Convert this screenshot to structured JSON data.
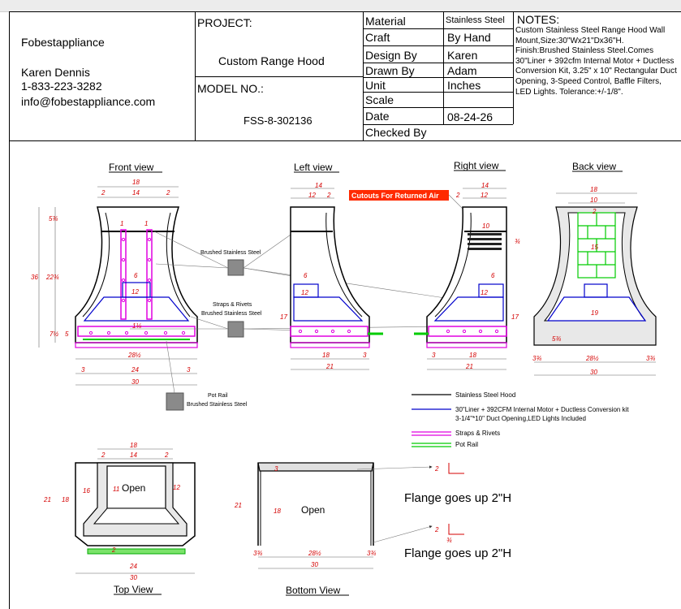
{
  "company": {
    "name": "Fobestappliance",
    "contact_name": "Karen Dennis",
    "phone": "1-833-223-3282",
    "email": "info@fobestappliance.com"
  },
  "project": {
    "label": "PROJECT:",
    "value": "Custom Range Hood",
    "model_label": "MODEL NO.:",
    "model_value": "FSS-8-302136"
  },
  "specs": [
    {
      "label": "Material",
      "value": "Stainless Steel"
    },
    {
      "label": "Craft",
      "value": "By Hand"
    },
    {
      "label": "Design By",
      "value": "Karen"
    },
    {
      "label": "Drawn By",
      "value": "Adam"
    },
    {
      "label": "Unit",
      "value": "Inches"
    },
    {
      "label": "Scale",
      "value": ""
    },
    {
      "label": "Date",
      "value": "08-24-26"
    },
    {
      "label": "Checked By",
      "value": ""
    }
  ],
  "notes": {
    "title": "NOTES:",
    "text": "Custom Stainless Steel  Range Hood Wall Mount,Size:30\"Wx21\"Dx36\"H. Finish:Brushed Stainless Steel.Comes 30\"Liner + 392cfm Internal Motor + Ductless Conversion Kit, 3.25\" x 10\" Rectangular Duct Opening, 3-Speed Control, Baffle Filters, LED Lights. Tolerance:+/-1/8\"."
  },
  "views": {
    "front": "Front view",
    "left": "Left view",
    "right": "Right view",
    "back": "Back view",
    "top": "Top View",
    "bottom": "Bottom View"
  },
  "callouts": {
    "cutouts": "Cutouts For Returned Air",
    "brushed": "Brushed Stainless Steel",
    "straps": "Straps & Rivets",
    "straps_brushed": "Brushed Stainless Steel",
    "pot_rail": "Pot Rail",
    "pot_rail_brushed": "Brushed Stainless Steel",
    "open_top": "Open",
    "open_bottom": "Open",
    "flange_1": "Flange goes up 2\"H",
    "flange_2": "Flange goes up 2\"H"
  },
  "legend": [
    {
      "label": "Stainless Steel  Hood",
      "color": "#000000"
    },
    {
      "label": "30\"Liner + 392CFM Internal Motor + Ductless Conversion kit",
      "label2": "3-1/4\"*10\" Duct Opening,LED Lights Included",
      "color": "#0000cc"
    },
    {
      "label": "Straps & Rivets",
      "color": "#e000e0"
    },
    {
      "label": "Pot Rail",
      "color": "#00cc00"
    }
  ],
  "dims": {
    "d18": "18",
    "d14": "14",
    "d12": "12",
    "d2": "2",
    "d1": "1",
    "d3": "3",
    "d5": "5",
    "d6": "6",
    "d10": "10",
    "d15": "15",
    "d16": "16",
    "d17": "17",
    "d19": "19",
    "d21": "21",
    "d24": "24",
    "d30": "30",
    "d36": "36",
    "d5_34": "5¾",
    "d22_34": "22¾",
    "d7_12": "7½",
    "d1_14": "1¼",
    "d28_12": "28½",
    "d3_34": "3¾",
    "d3_4": "¾",
    "d11": "11"
  }
}
